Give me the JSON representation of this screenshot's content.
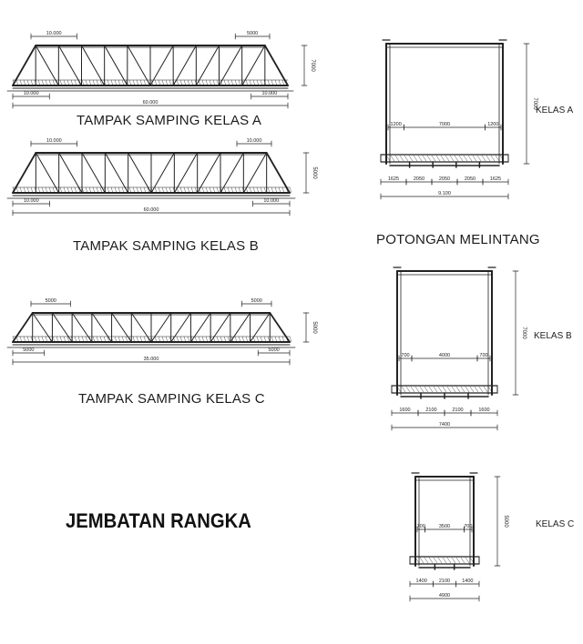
{
  "title": "JEMBATAN RANGKA",
  "side_views": [
    {
      "caption": "TAMPAK SAMPING KELAS A",
      "dims": {
        "top_left": "10.000",
        "top_right": "5000",
        "height": "7000",
        "bottom_left": "10.000",
        "bottom_right": "10.000",
        "total": "60.000"
      }
    },
    {
      "caption": "TAMPAK SAMPING KELAS B",
      "dims": {
        "top_left": "10.000",
        "top_right": "10.000",
        "height": "5000",
        "bottom_left": "10.000",
        "total": "60.000",
        "bottom_right": "10.000"
      }
    },
    {
      "caption": "TAMPAK SAMPING KELAS C",
      "dims": {
        "top_left": "5000",
        "top_right": "5000",
        "height": "5000",
        "bottom_left": "5000",
        "total": "35.000",
        "bottom_right": "5000"
      }
    }
  ],
  "cross_section_caption": "POTONGAN MELINTANG",
  "cross_sections": [
    {
      "label": "KELAS A",
      "height": "7000",
      "top_dims": [
        "1200",
        "7000",
        "1200"
      ],
      "bottom_dims": [
        "1625",
        "2050",
        "2050",
        "2050",
        "1625"
      ],
      "total": "9.100"
    },
    {
      "label": "KELAS B",
      "height": "7000",
      "top_dims": [
        "700",
        "4000",
        "700"
      ],
      "bottom_dims": [
        "1600",
        "2100",
        "2100",
        "1600"
      ],
      "total": "7400"
    },
    {
      "label": "KELAS C",
      "height": "5000",
      "top_dims": [
        "700",
        "3500",
        "700"
      ],
      "bottom_dims": [
        "1400",
        "2100",
        "1400"
      ],
      "total": "4900"
    }
  ]
}
